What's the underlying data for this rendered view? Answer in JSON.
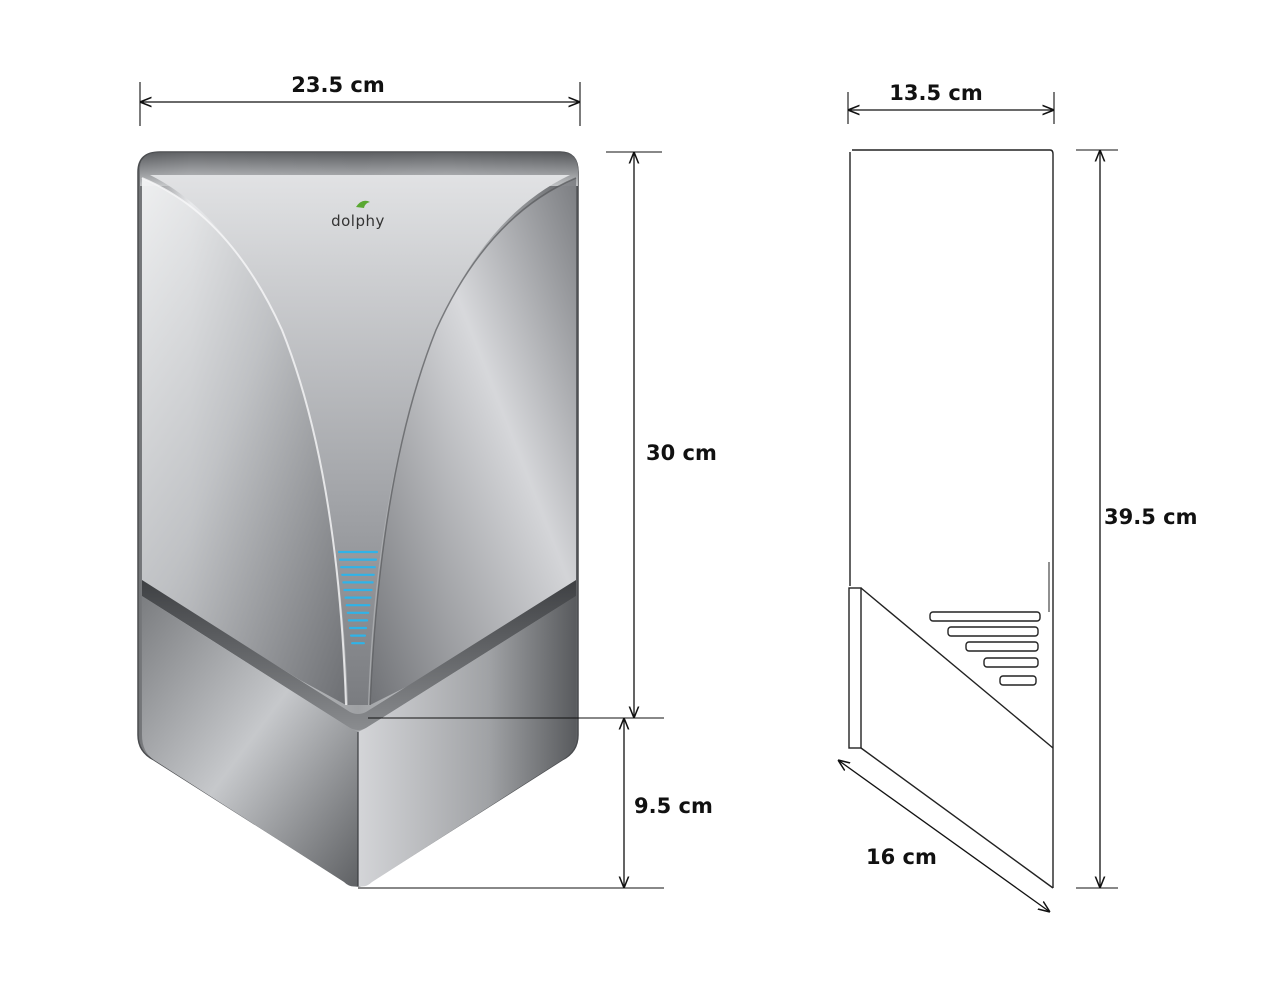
{
  "brand": {
    "logo_text": "dolphy",
    "logo_color": "#5aa832"
  },
  "front_view": {
    "width_label": "23.5 cm",
    "upper_height_label": "30 cm",
    "lower_height_label": "9.5 cm",
    "body_color": "#9a9ca0",
    "indicator_color": "#2fb3e8"
  },
  "side_view": {
    "depth_label": "13.5 cm",
    "total_height_label": "39.5 cm",
    "diagonal_label": "16 cm"
  }
}
